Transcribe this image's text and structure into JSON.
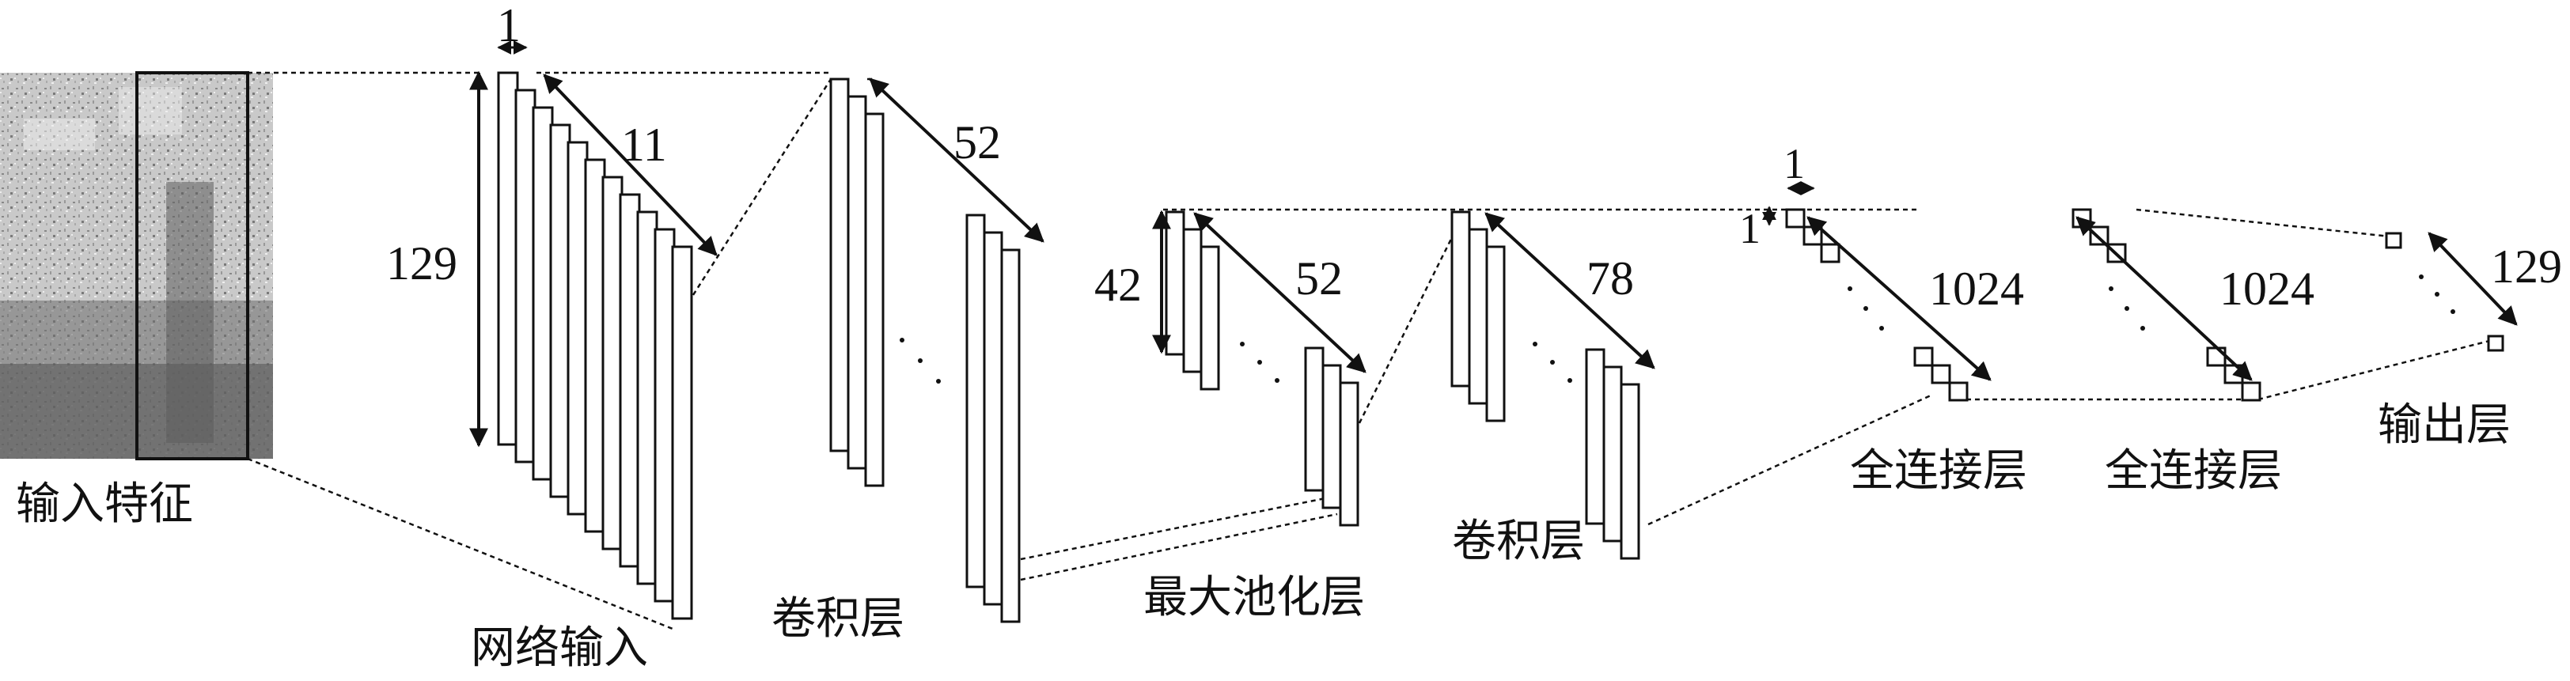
{
  "labels": {
    "input_feature": "输入特征",
    "network_input": "网络输入",
    "conv1": "卷积层",
    "pool": "最大池化层",
    "conv2": "卷积层",
    "fc1": "全连接层",
    "fc2": "全连接层",
    "output": "输出层"
  },
  "dims": {
    "input_width": "1",
    "input_height": "129",
    "input_depth": "11",
    "conv1_depth": "52",
    "pool_height": "42",
    "pool_depth": "52",
    "conv2_depth": "78",
    "fc_unit_w": "1",
    "fc_unit_h": "1",
    "fc1_size": "1024",
    "fc2_size": "1024",
    "output_size": "129"
  },
  "colors": {
    "stroke": "#111111",
    "spectrogram_dark": "#555555",
    "spectrogram_light": "#d8d8d8"
  }
}
